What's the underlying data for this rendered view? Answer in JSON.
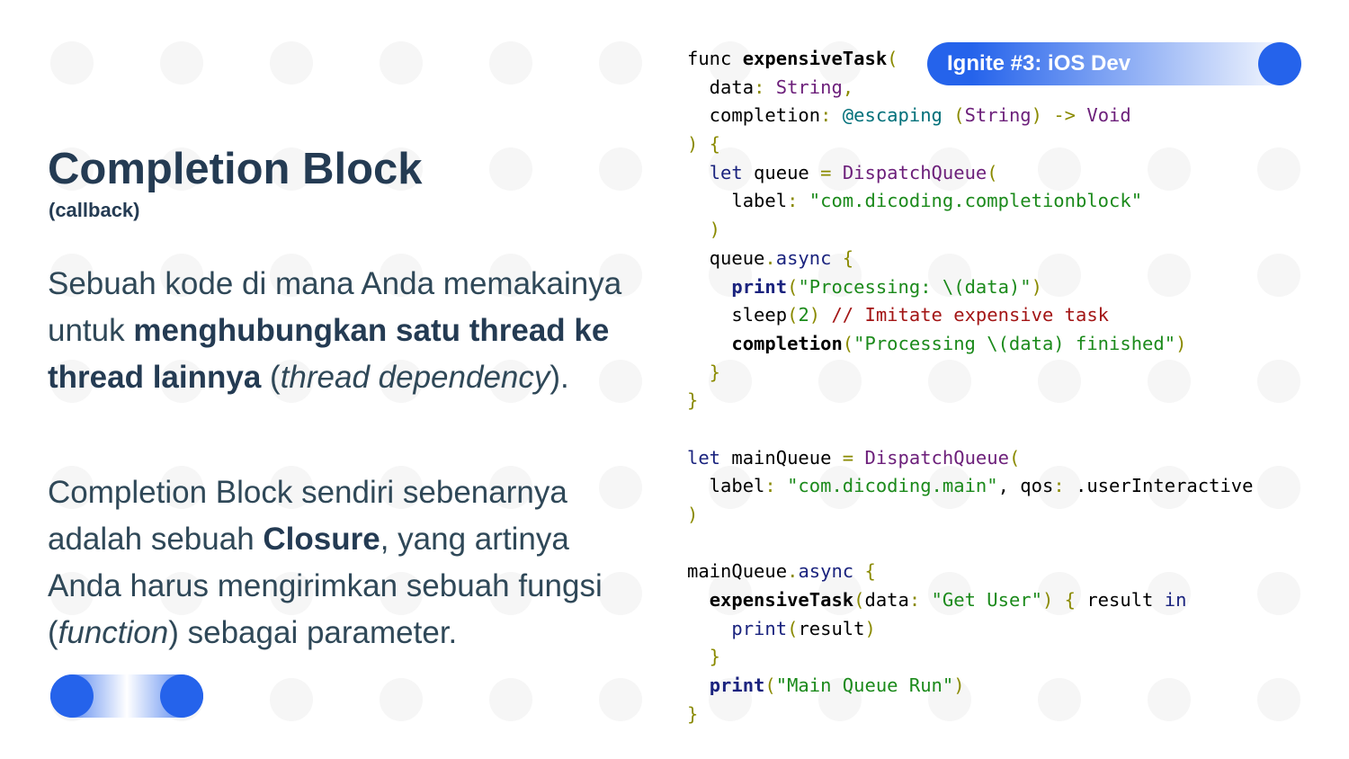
{
  "badge": {
    "label": "Ignite #3: iOS Dev"
  },
  "slide": {
    "title": "Completion Block",
    "subtitle": "(callback)",
    "para1": [
      {
        "t": "Sebuah kode di mana Anda memakainya untuk ",
        "s": "n"
      },
      {
        "t": "menghubungkan satu thread ke thread lainnya",
        "s": "b"
      },
      {
        "t": " (",
        "s": "n"
      },
      {
        "t": "thread dependency",
        "s": "i"
      },
      {
        "t": ").",
        "s": "n"
      }
    ],
    "para2": [
      {
        "t": "Completion Block sendiri sebenarnya adalah sebuah ",
        "s": "n"
      },
      {
        "t": "Closure",
        "s": "b"
      },
      {
        "t": ", yang artinya Anda harus mengirimkan sebuah fungsi (",
        "s": "n"
      },
      {
        "t": "function",
        "s": "i"
      },
      {
        "t": ") sebagai parameter.",
        "s": "n"
      }
    ]
  },
  "code_lines": [
    [
      [
        "func ",
        "plain"
      ],
      [
        "expensiveTask",
        "fn"
      ],
      [
        "(",
        "punc"
      ]
    ],
    [
      [
        "  data",
        "plain"
      ],
      [
        ": ",
        "punc"
      ],
      [
        "String",
        "type"
      ],
      [
        ",",
        "punc"
      ]
    ],
    [
      [
        "  completion",
        "plain"
      ],
      [
        ": ",
        "punc"
      ],
      [
        "@escaping",
        "attr"
      ],
      [
        " (",
        "punc"
      ],
      [
        "String",
        "type"
      ],
      [
        ") -> ",
        "punc"
      ],
      [
        "Void",
        "type"
      ]
    ],
    [
      [
        ") {",
        "punc"
      ]
    ],
    [
      [
        "  ",
        "plain"
      ],
      [
        "let",
        "kw"
      ],
      [
        " queue ",
        "plain"
      ],
      [
        "= ",
        "punc"
      ],
      [
        "DispatchQueue",
        "type"
      ],
      [
        "(",
        "punc"
      ]
    ],
    [
      [
        "    label",
        "plain"
      ],
      [
        ": ",
        "punc"
      ],
      [
        "\"com.dicoding.completionblock\"",
        "str"
      ]
    ],
    [
      [
        "  )",
        "punc"
      ]
    ],
    [
      [
        "  queue",
        "plain"
      ],
      [
        ".",
        "punc"
      ],
      [
        "async",
        "kw"
      ],
      [
        " {",
        "punc"
      ]
    ],
    [
      [
        "    ",
        "plain"
      ],
      [
        "print",
        "b"
      ],
      [
        "(",
        "punc"
      ],
      [
        "\"Processing: \\(data)\"",
        "str"
      ],
      [
        ")",
        "punc"
      ]
    ],
    [
      [
        "    sleep",
        "plain"
      ],
      [
        "(",
        "punc"
      ],
      [
        "2",
        "num"
      ],
      [
        ") ",
        "punc"
      ],
      [
        "// Imitate expensive task",
        "cmt"
      ]
    ],
    [
      [
        "    ",
        "plain"
      ],
      [
        "completion",
        "fn"
      ],
      [
        "(",
        "punc"
      ],
      [
        "\"Processing \\(data) finished\"",
        "str"
      ],
      [
        ")",
        "punc"
      ]
    ],
    [
      [
        "  }",
        "punc"
      ]
    ],
    [
      [
        "}",
        "punc"
      ]
    ],
    [
      [
        "",
        "plain"
      ]
    ],
    [
      [
        "let",
        "kw"
      ],
      [
        " mainQueue ",
        "plain"
      ],
      [
        "= ",
        "punc"
      ],
      [
        "DispatchQueue",
        "type"
      ],
      [
        "(",
        "punc"
      ]
    ],
    [
      [
        "  label",
        "plain"
      ],
      [
        ": ",
        "punc"
      ],
      [
        "\"com.dicoding.main\"",
        "str"
      ],
      [
        ", qos",
        "plain"
      ],
      [
        ": ",
        "punc"
      ],
      [
        ".userInteractive",
        "plain"
      ]
    ],
    [
      [
        ")",
        "punc"
      ]
    ],
    [
      [
        "",
        "plain"
      ]
    ],
    [
      [
        "mainQueue",
        "plain"
      ],
      [
        ".",
        "punc"
      ],
      [
        "async",
        "kw"
      ],
      [
        " {",
        "punc"
      ]
    ],
    [
      [
        "  ",
        "plain"
      ],
      [
        "expensiveTask",
        "fn"
      ],
      [
        "(",
        "punc"
      ],
      [
        "data",
        "plain"
      ],
      [
        ": ",
        "punc"
      ],
      [
        "\"Get User\"",
        "str"
      ],
      [
        ") { ",
        "punc"
      ],
      [
        "result ",
        "plain"
      ],
      [
        "in",
        "kw"
      ]
    ],
    [
      [
        "    ",
        "plain"
      ],
      [
        "print",
        "kw"
      ],
      [
        "(",
        "punc"
      ],
      [
        "result",
        "plain"
      ],
      [
        ")",
        "punc"
      ]
    ],
    [
      [
        "  }",
        "punc"
      ]
    ],
    [
      [
        "  ",
        "plain"
      ],
      [
        "print",
        "b"
      ],
      [
        "(",
        "punc"
      ],
      [
        "\"Main Queue Run\"",
        "str"
      ],
      [
        ")",
        "punc"
      ]
    ],
    [
      [
        "}",
        "punc"
      ]
    ]
  ]
}
